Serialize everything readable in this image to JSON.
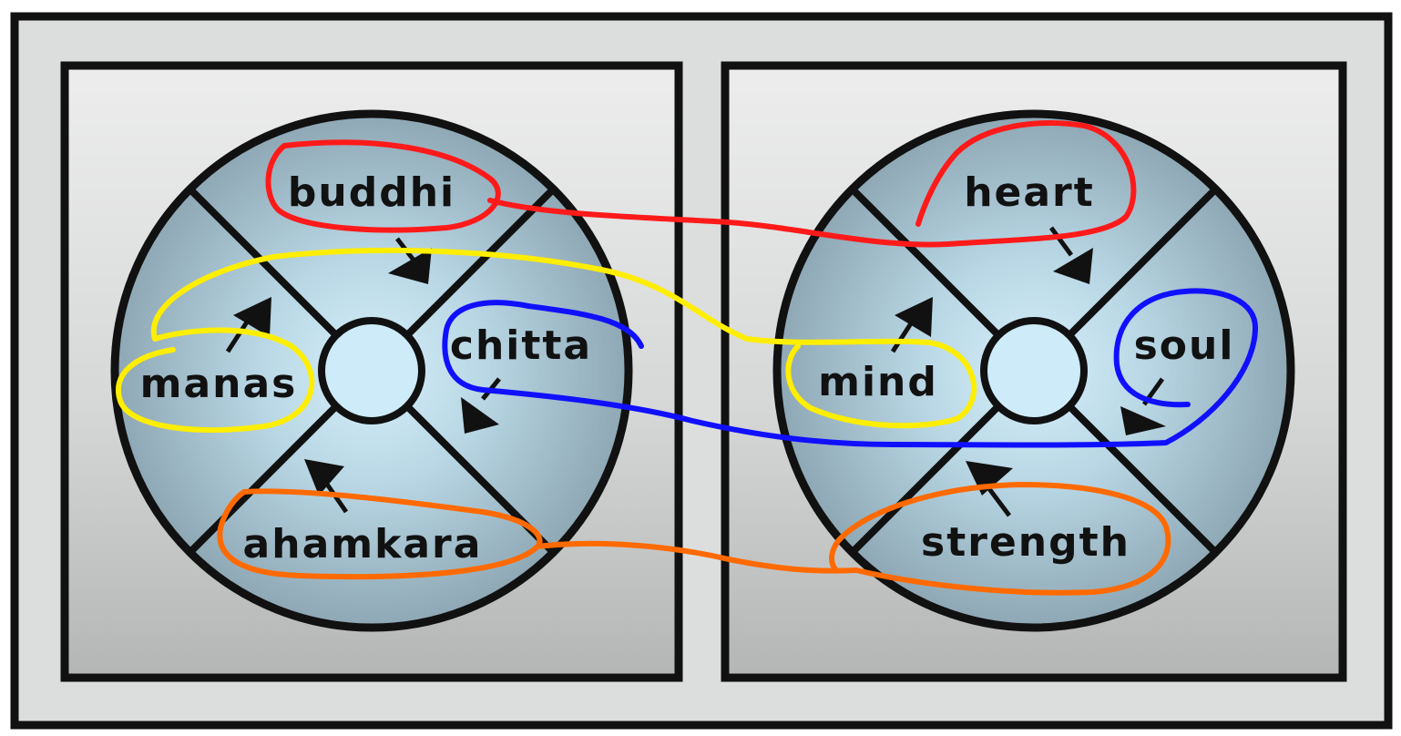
{
  "left_wheel": {
    "top": "buddhi",
    "left": "manas",
    "right": "chitta",
    "bottom": "ahamkara"
  },
  "right_wheel": {
    "top": "heart",
    "left": "mind",
    "right": "soul",
    "bottom": "strength"
  },
  "colors": {
    "frame": "#dcdedd",
    "panel_top": "#ececec",
    "panel_bottom": "#b8baba",
    "wheel_inner": "#cdebf8",
    "wheel_outer": "#8faab8",
    "outline": "#111111",
    "link_top": "#ff1a1a",
    "link_left": "#ffee00",
    "link_right": "#1010ff",
    "link_bottom": "#ff6a00"
  }
}
